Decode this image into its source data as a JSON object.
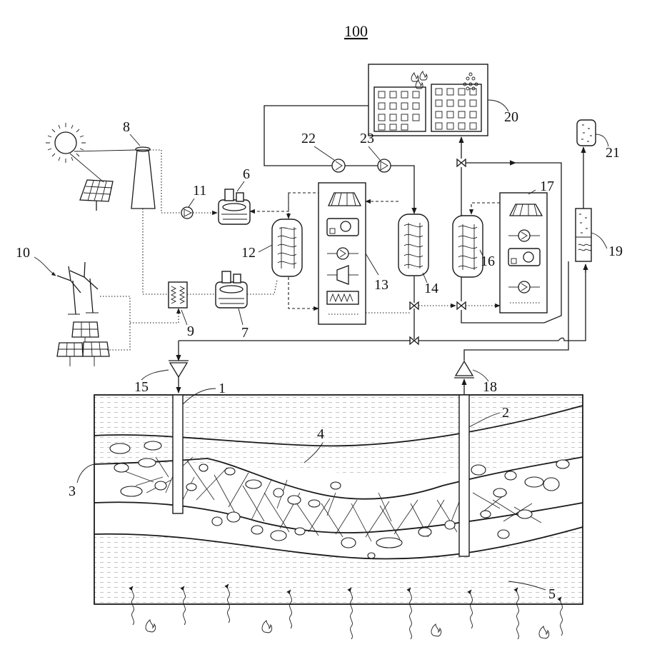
{
  "figure": {
    "title": "100",
    "labels": {
      "injection_well": "1",
      "production_well": "2",
      "reservoir": "3",
      "caprock": "4",
      "basement": "5",
      "compressor_top": "6",
      "compressor_bottom": "7",
      "solar_tower": "8",
      "heat_exchanger_storage": "9",
      "wind_solar_farm": "10",
      "pump_11": "11",
      "heat_exchanger_12": "12",
      "generation_unit_13": "13",
      "heat_exchanger_14": "14",
      "injection_pump": "15",
      "heat_exchanger_16": "16",
      "generation_unit_17": "17",
      "production_pump": "18",
      "separator": "19",
      "buildings": "20",
      "storage_tank": "21",
      "pump_22": "22",
      "pump_23": "23"
    }
  }
}
